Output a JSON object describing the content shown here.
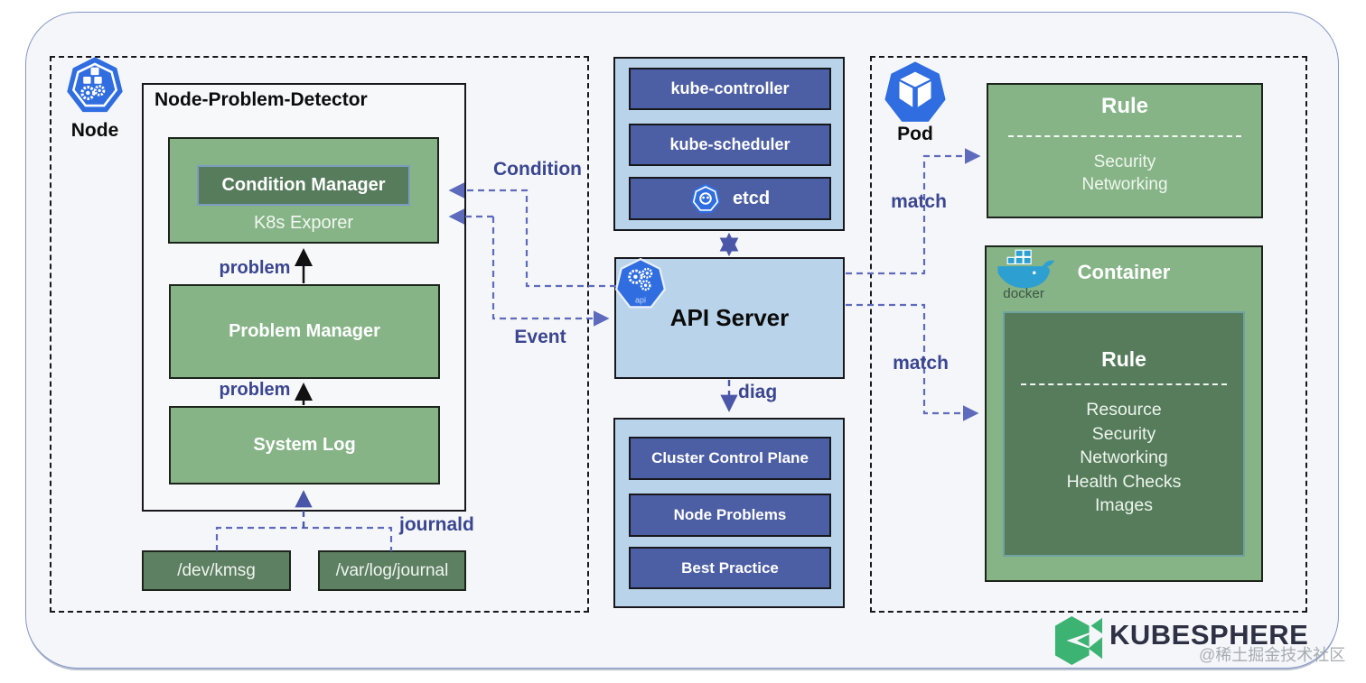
{
  "left_panel": {
    "node_label": "Node",
    "npd_title": "Node-Problem-Detector",
    "condition_manager": "Condition Manager",
    "k8s_exporter": "K8s Exporer",
    "problem_manager": "Problem Manager",
    "system_log": "System Log",
    "problem_label_top": "problem",
    "problem_label_bottom": "problem",
    "journald_label": "journald",
    "dev_kmsg": "/dev/kmsg",
    "var_log_journal": "/var/log/journal"
  },
  "center": {
    "kube_controller": "kube-controller",
    "kube_scheduler": "kube-scheduler",
    "etcd": "etcd",
    "api_server": "API Server",
    "api_badge": "api",
    "diag_label": "diag",
    "cluster_control_plane": "Cluster Control Plane",
    "node_problems": "Node Problems",
    "best_practice": "Best Practice"
  },
  "connections": {
    "condition_label": "Condition",
    "event_label": "Event",
    "match_pod_label": "match",
    "match_container_label": "match"
  },
  "right_panel": {
    "pod_label": "Pod",
    "pod_rule": {
      "title": "Rule",
      "items": [
        "Security",
        "Networking"
      ]
    },
    "container_title": "Container",
    "docker_label": "docker",
    "container_rule": {
      "title": "Rule",
      "items": [
        "Resource",
        "Security",
        "Networking",
        "Health Checks",
        "Images"
      ]
    }
  },
  "footer": {
    "brand": "KUBESPHERE",
    "watermark": "@稀土掘金技术社区"
  },
  "colors": {
    "box_green": "#86b487",
    "box_dark_green": "#567c5c",
    "source_green": "#5d7f62",
    "box_light_blue": "#b9d3ea",
    "box_dark_blue": "#4d5fa4",
    "kubernetes_blue": "#2f6de0",
    "label_indigo": "#3b4691",
    "dashed_line_indigo": "#5e6bbd",
    "arrow_indigo": "#4a57a8",
    "brand_green": "#3cb373",
    "brand_text": "#2e3044"
  }
}
